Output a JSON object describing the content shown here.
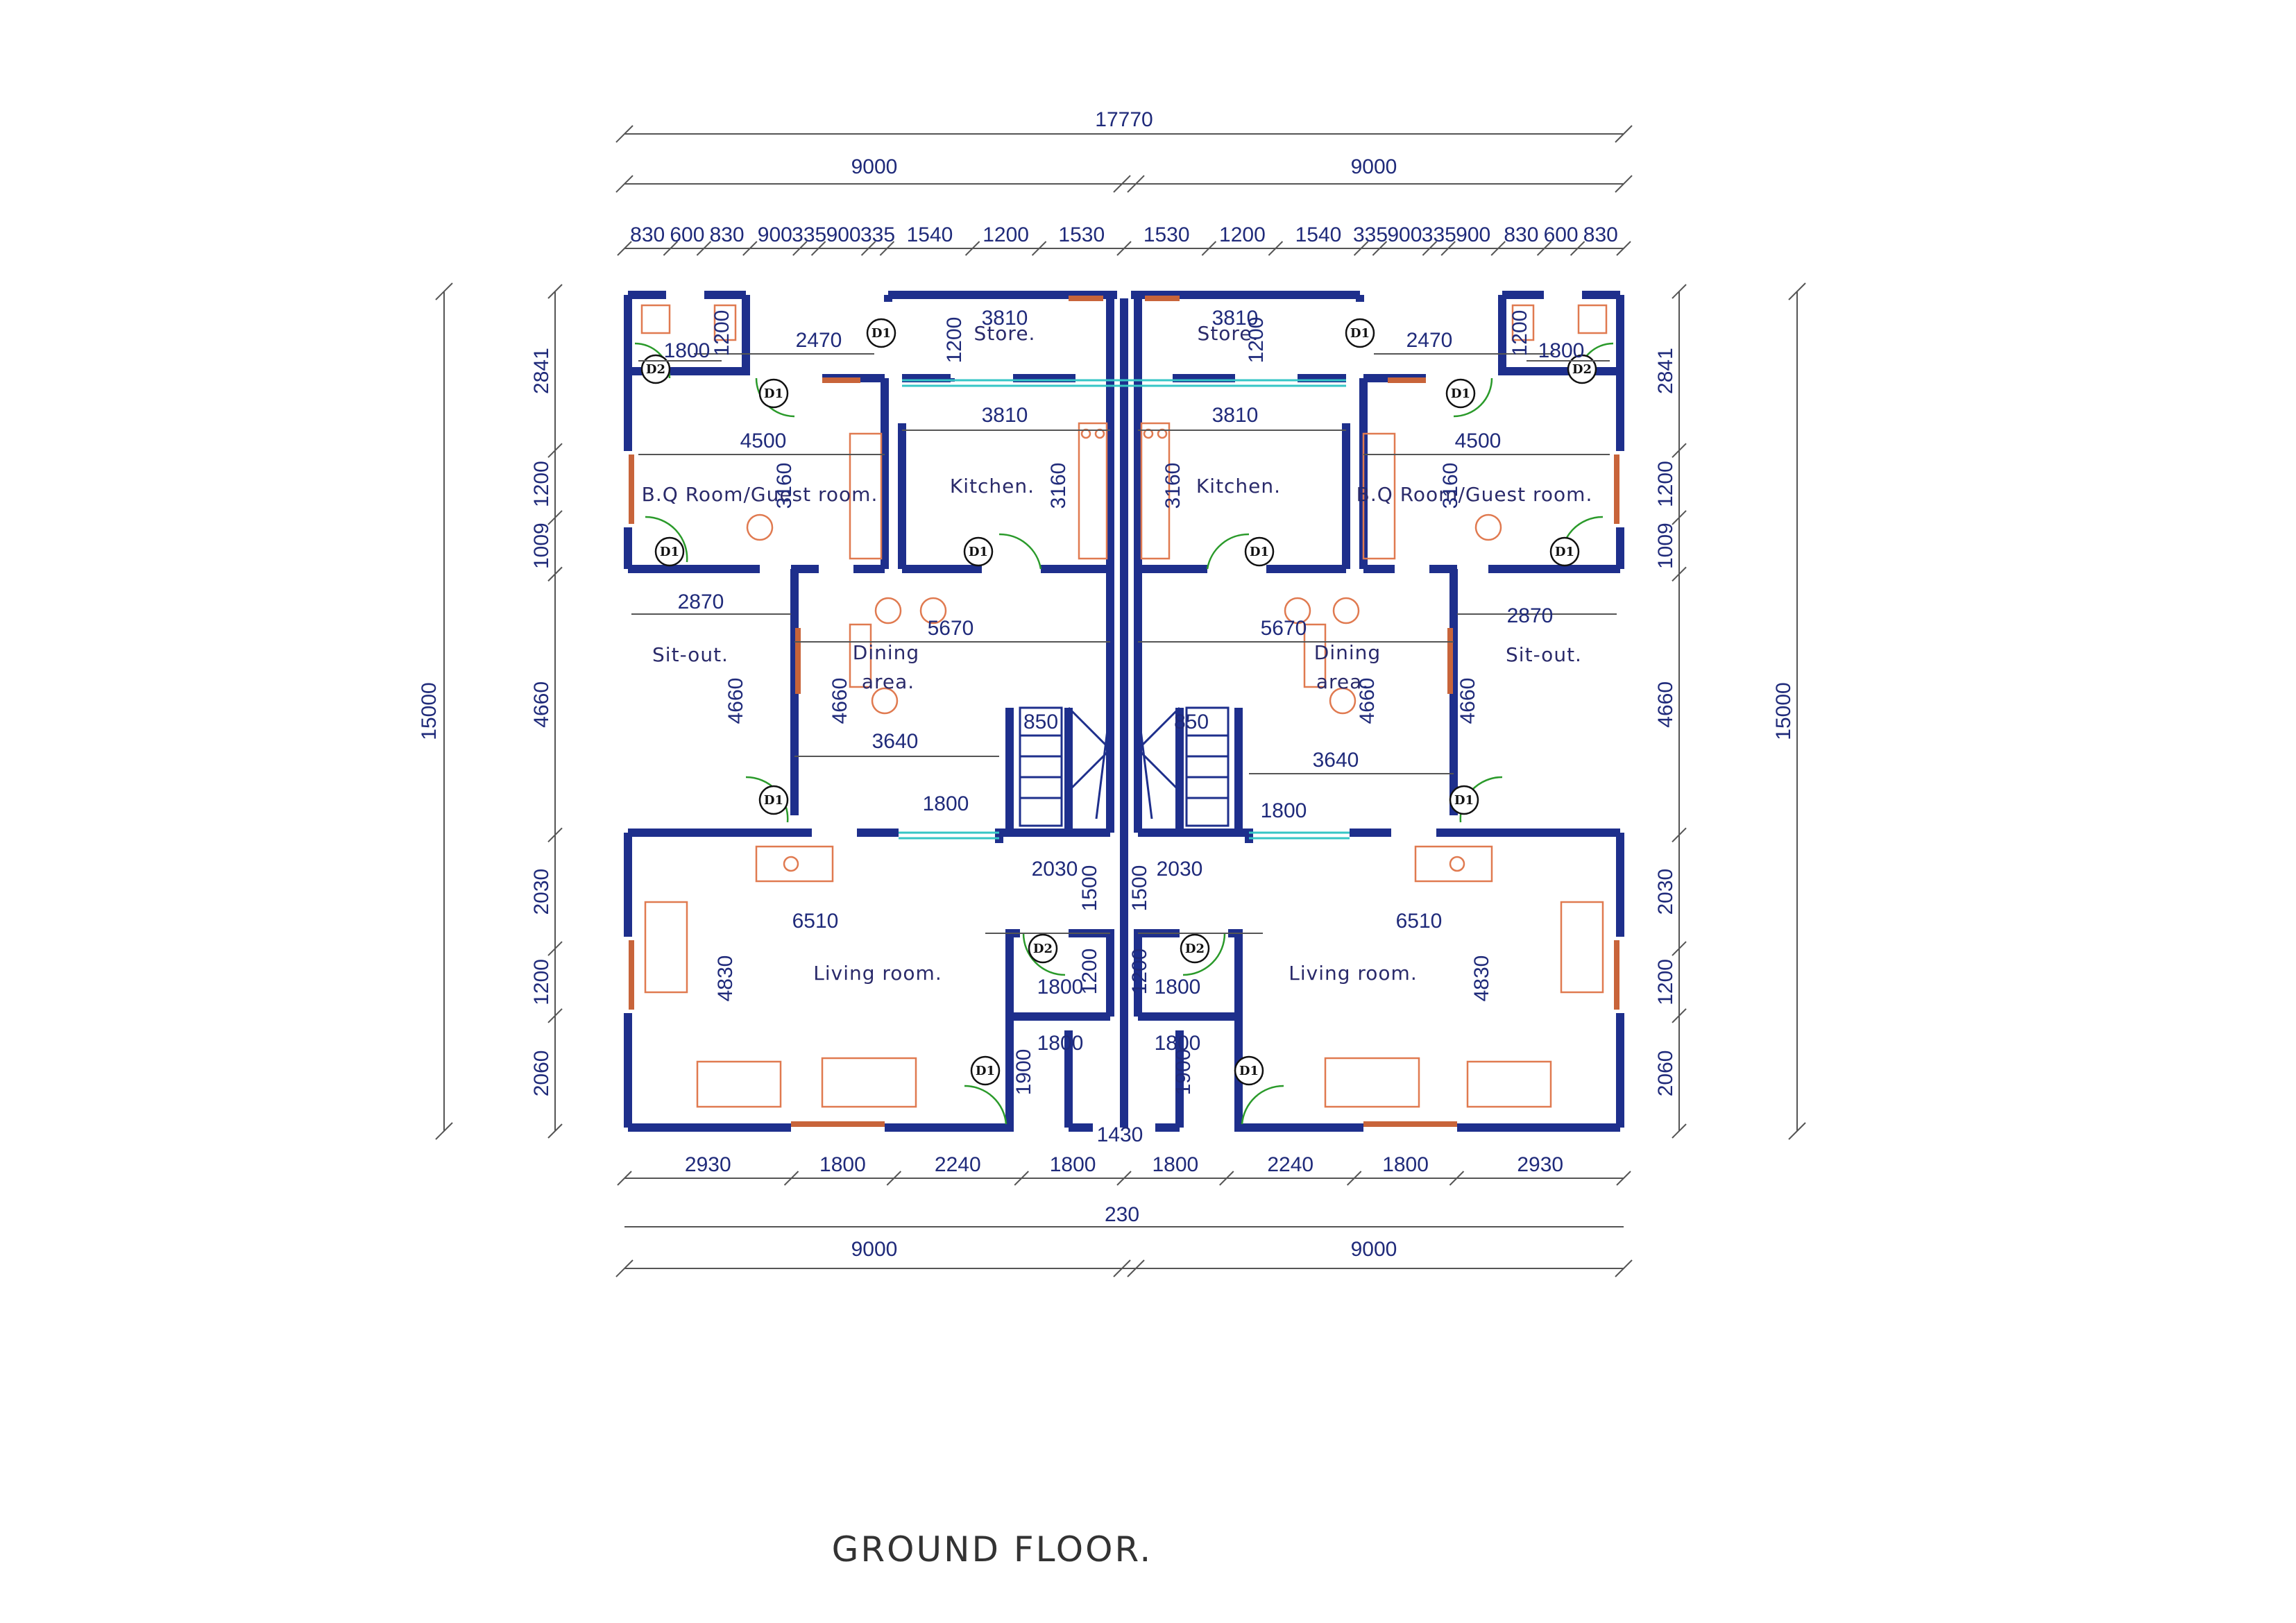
{
  "title": "GROUND FLOOR.",
  "rooms": {
    "store": "Store.",
    "bq_room": "B.Q Room/Guest room.",
    "kitchen": "Kitchen.",
    "sit_out": "Sit-out.",
    "dining": "Dining",
    "dining2": "area.",
    "living": "Living room."
  },
  "tags": {
    "d1": "D1",
    "d2": "D2"
  },
  "dims": {
    "overall_width": "17770",
    "half_width": "9000",
    "overall_depth": "15000",
    "top_row": [
      "830",
      "600",
      "830",
      "900",
      "335",
      "900",
      "335",
      "1540",
      "1200",
      "1530",
      "1530",
      "1200",
      "1540",
      "335",
      "900",
      "335",
      "900",
      "830",
      "600",
      "830"
    ],
    "bottom_row": [
      "2930",
      "1800",
      "2240",
      "1800",
      "1800",
      "2240",
      "1800",
      "2930"
    ],
    "wall_gap": "230",
    "side_rows": [
      "2841",
      "1200",
      "1009",
      "4660",
      "2030",
      "1200",
      "2060"
    ],
    "internal": {
      "d2470": "2470",
      "d1800": "1800",
      "d1200": "1200",
      "d3810": "3810",
      "d4500": "4500",
      "d3160": "3160",
      "d2870": "2870",
      "d5670": "5670",
      "d4660": "4660",
      "d3640": "3640",
      "d850": "850",
      "d2030": "2030",
      "d1500": "1500",
      "d6510": "6510",
      "d4830": "4830",
      "d1900": "1900",
      "d1430": "1430"
    }
  },
  "colors": {
    "wall": "#1e2f8c",
    "window": "#c8643a",
    "door": "#2a9a2a",
    "furniture": "#e07a50",
    "dimension": "#1f2a7a"
  }
}
